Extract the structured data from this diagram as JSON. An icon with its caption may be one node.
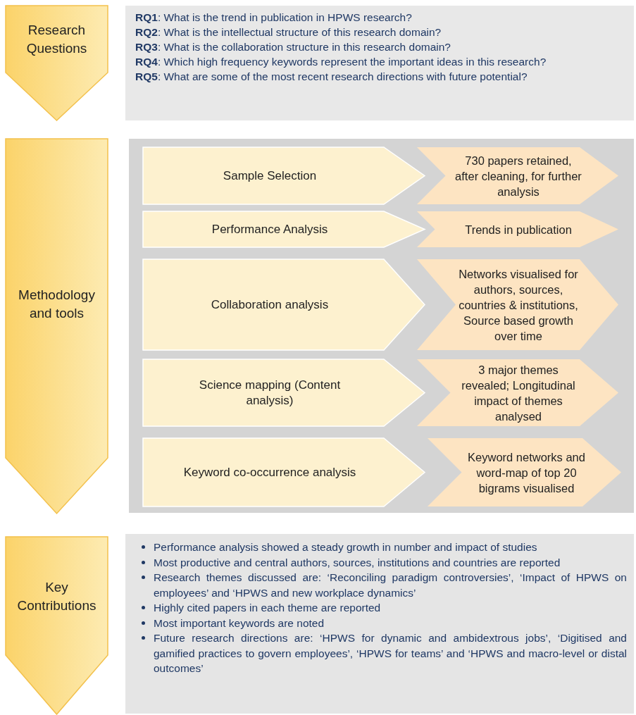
{
  "diagram": {
    "nodes": [
      {
        "text": [
          "Research Questions"
        ]
      },
      {
        "text": [
          "**RQ1**: What is the trend in publication in HPWS research?",
          "**RQ2**: What is the intellectual structure of this research domain?",
          "**RQ3**: What is the collaboration structure in this research domain?",
          "**RQ4**: Which high frequency keywords represent the important ideas in this research?",
          "**RQ5**: What are some of the most recent research directions with future potential?"
        ]
      },
      {
        "text": [
          "Methodology and tools"
        ]
      },
      {
        "text": [],
        "shape": "box"
      },
      {
        "text": [
          "Sample Selection"
        ],
        "in": 3
      },
      {
        "text": [
          "730 papers retained, after cleaning, for further analysis"
        ],
        "in": 3
      },
      {
        "text": [
          "Performance Analysis"
        ],
        "in": 3
      },
      {
        "text": [
          "Trends in publication"
        ],
        "in": 3
      },
      {
        "text": [
          "Collaboration analysis"
        ],
        "in": 3
      },
      {
        "text": [
          "Networks visualised for authors, sources, countries & institutions, Source based growth over time"
        ],
        "in": 3
      },
      {
        "text": [
          "Science mapping (Content analysis)"
        ],
        "in": 3
      },
      {
        "text": [
          "3 major themes revealed; Longitudinal impact of themes analysed"
        ],
        "in": 3
      },
      {
        "text": [
          "Keyword co-occurrence analysis"
        ],
        "in": 3
      },
      {
        "text": [
          "Keyword networks and word-map of top 20 bigrams visualised"
        ],
        "in": 3
      },
      {
        "text": [
          "Key Contributions"
        ]
      },
      {
        "text": [
          "Performance analysis showed a steady growth in number and impact of studies",
          "Most productive and central authors, sources, institutions and countries are reported",
          "Research themes discussed are: ‘Reconciling paradigm controversies’, ‘Impact of HPWS on employees’ and ‘HPWS and new workplace dynamics’",
          "Highly cited papers in each theme are reported",
          "Most important keywords are noted",
          "Future research directions are: ‘HPWS for dynamic and ambidextrous jobs’, ‘Digitised and gamified practices to govern employees’, ‘HPWS for teams’ and ‘HPWS and macro-level or distal outcomes’"
        ]
      }
    ],
    "edges": []
  }
}
